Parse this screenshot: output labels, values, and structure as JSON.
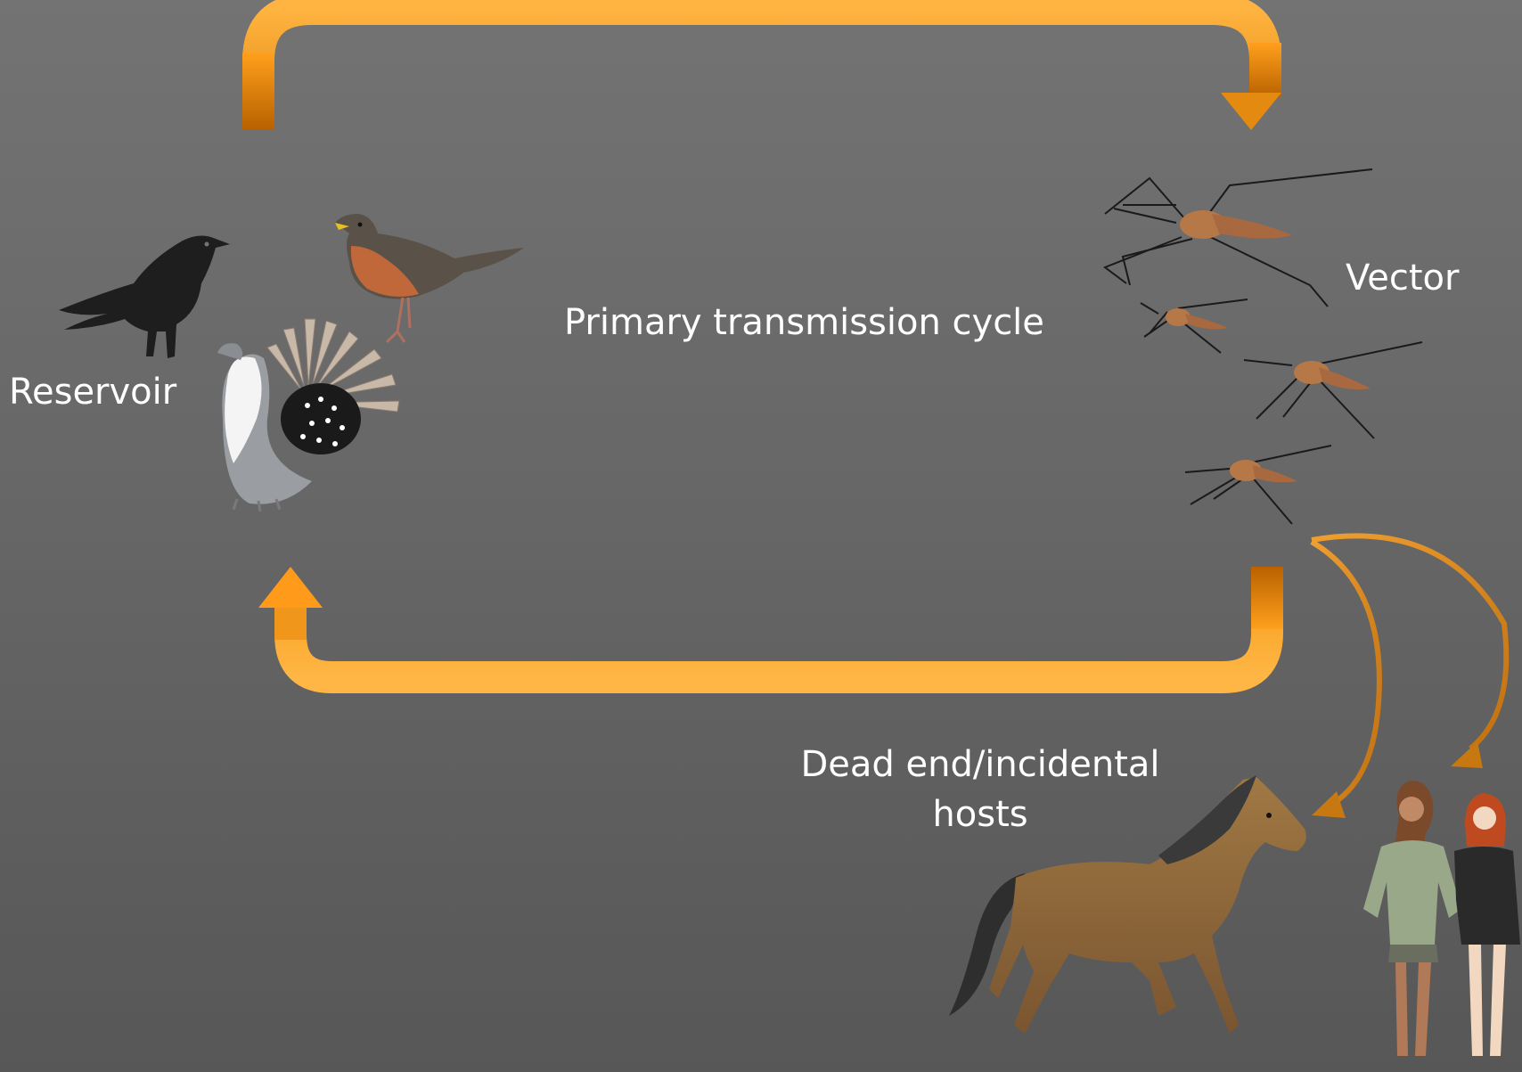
{
  "labels": {
    "cycle": "Primary transmission cycle",
    "reservoir": "Reservoir",
    "vector": "Vector",
    "dead_end": "Dead end/incidental hosts"
  },
  "colors": {
    "arrow_light": "#ffb340",
    "arrow_dark": "#b86a00",
    "background_top": "#737373",
    "background_bottom": "#575757"
  },
  "icons": [
    "crow-icon",
    "robin-icon",
    "grouse-icon",
    "mosquito-icon",
    "horse-icon",
    "people-icon"
  ]
}
